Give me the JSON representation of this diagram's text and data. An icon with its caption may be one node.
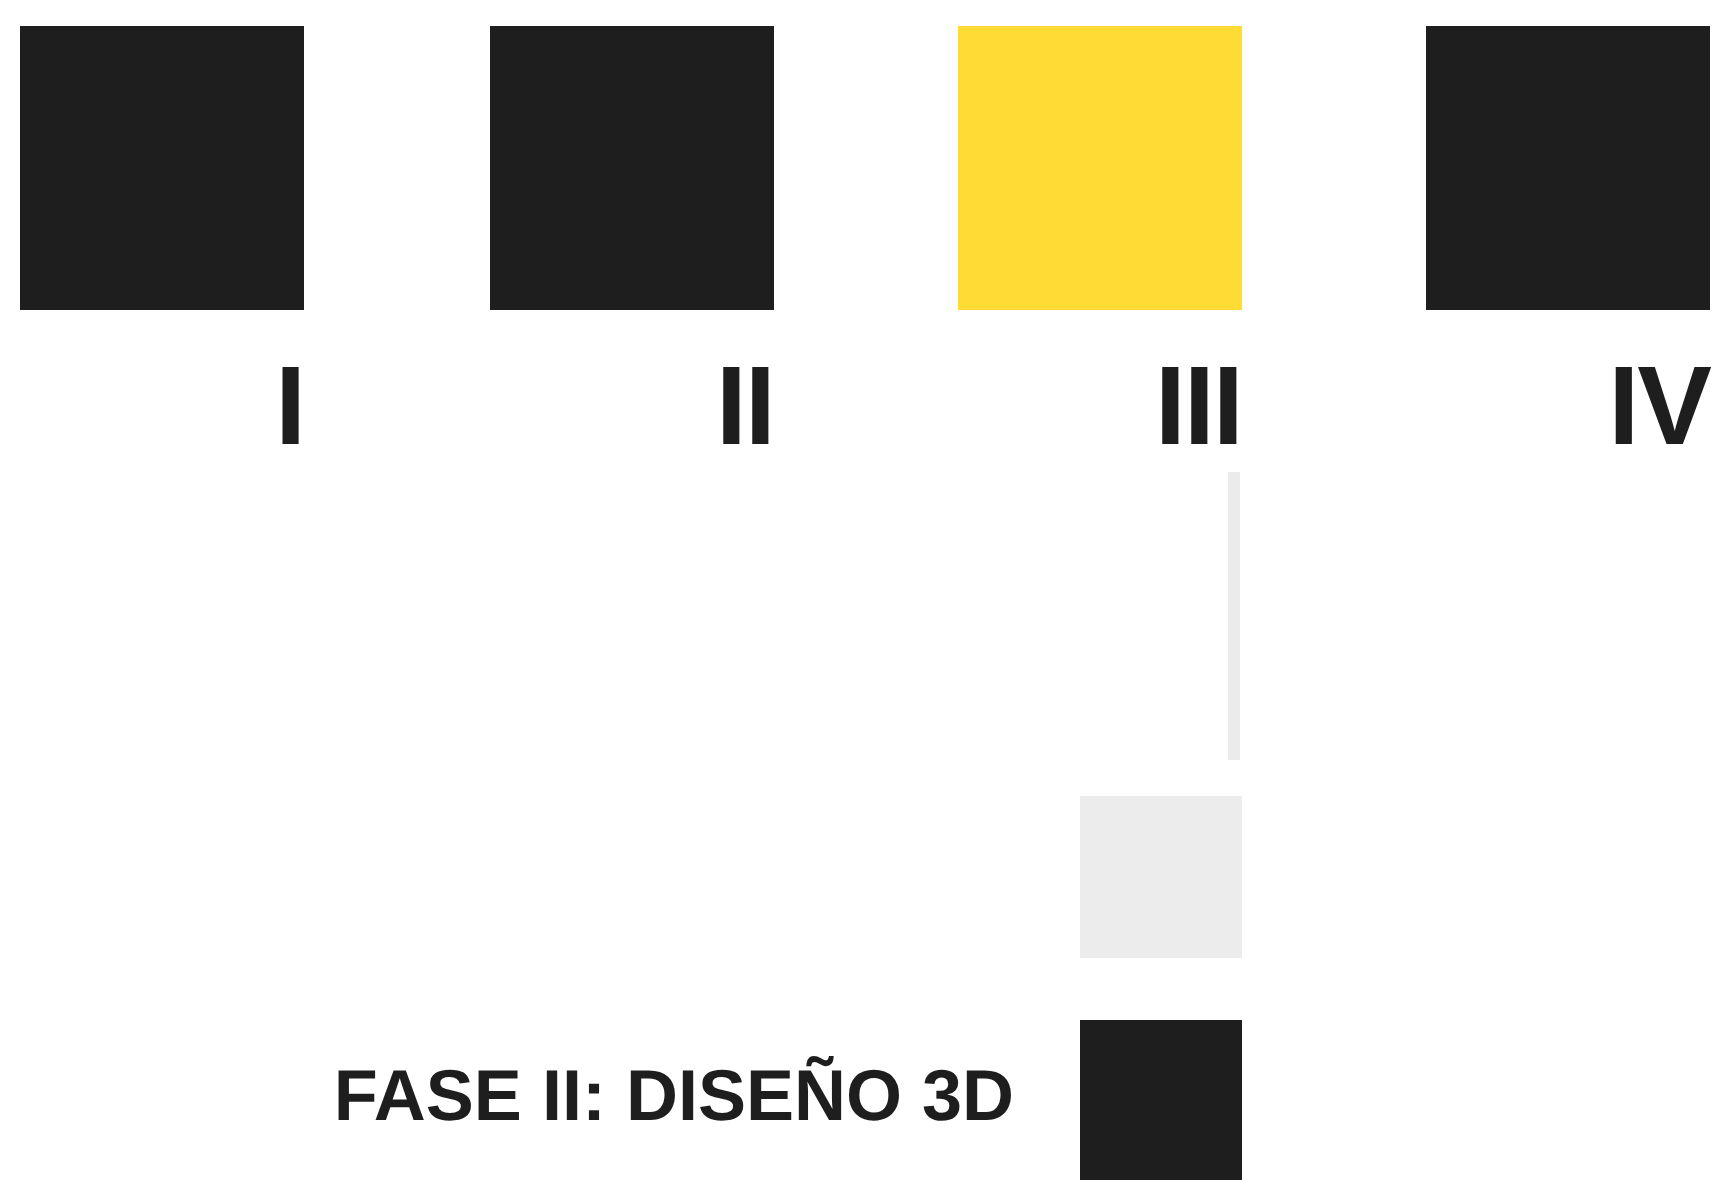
{
  "diagram": {
    "nodes": [
      {
        "text": [],
        "shape": "box",
        "beside": [
          "I"
        ]
      },
      {
        "text": [],
        "shape": "box",
        "beside": [
          "II"
        ]
      },
      {
        "text": [],
        "shape": "box",
        "beside": [
          "III"
        ]
      },
      {
        "text": [],
        "shape": "box",
        "beside": [
          "IV"
        ]
      },
      {
        "text": [],
        "shape": "box"
      },
      {
        "text": [],
        "shape": "box",
        "beside": [
          "FASE II: DISEÑO 3D"
        ]
      }
    ],
    "edges": [
      {
        "from": 2,
        "to": 4,
        "arrow": "none",
        "color": "#ebebeb"
      }
    ]
  }
}
